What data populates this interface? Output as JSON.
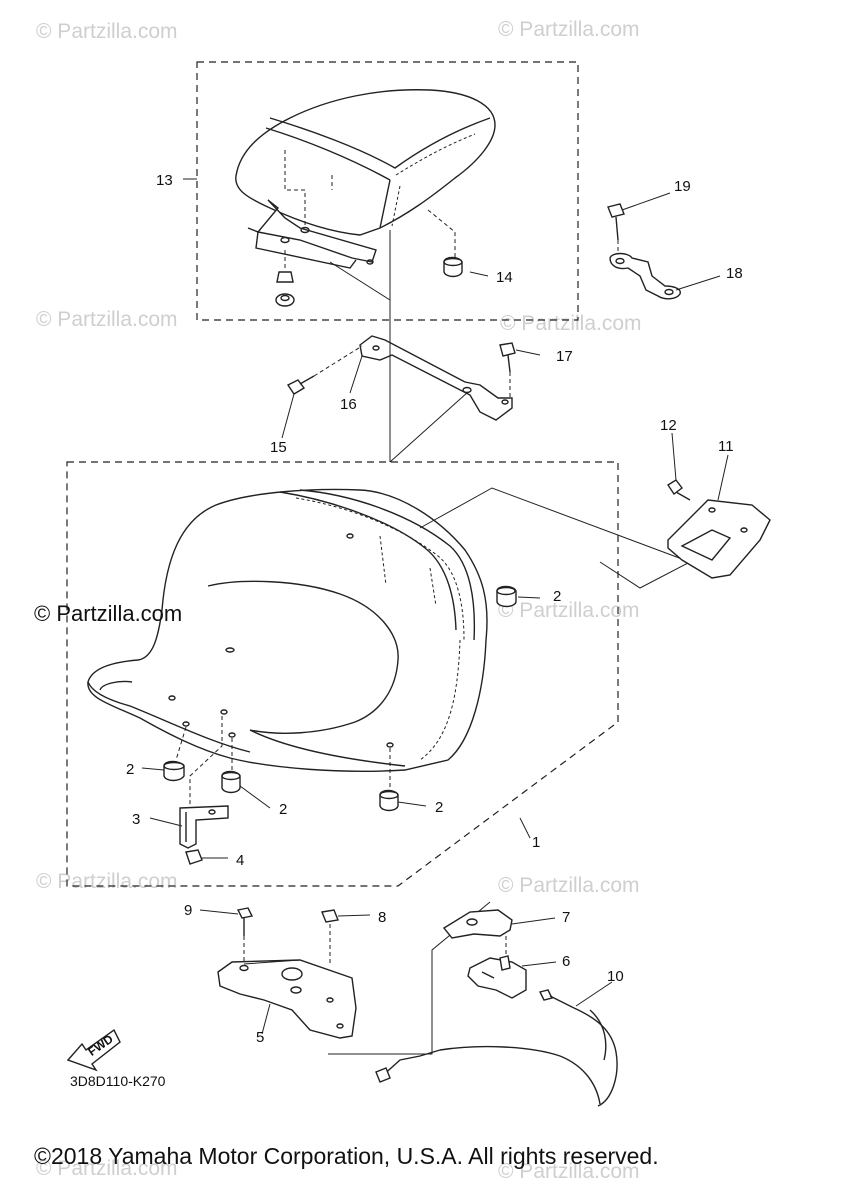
{
  "diagram": {
    "callouts": {
      "p1": "1",
      "p2a": "2",
      "p2b": "2",
      "p2c": "2",
      "p2d": "2",
      "p3": "3",
      "p4": "4",
      "p5": "5",
      "p6": "6",
      "p7": "7",
      "p8": "8",
      "p9": "9",
      "p10": "10",
      "p11": "11",
      "p12": "12",
      "p13": "13",
      "p14": "14",
      "p15": "15",
      "p16": "16",
      "p17": "17",
      "p18": "18",
      "p19": "19"
    },
    "fwd_label": "FWD",
    "diagram_code": "3D8D110-K270"
  },
  "watermarks": {
    "main": "© Partzilla.com",
    "faint": "© Partzilla.com"
  },
  "footer": {
    "copyright": "©2018 Yamaha Motor Corporation, U.S.A. All rights reserved."
  }
}
